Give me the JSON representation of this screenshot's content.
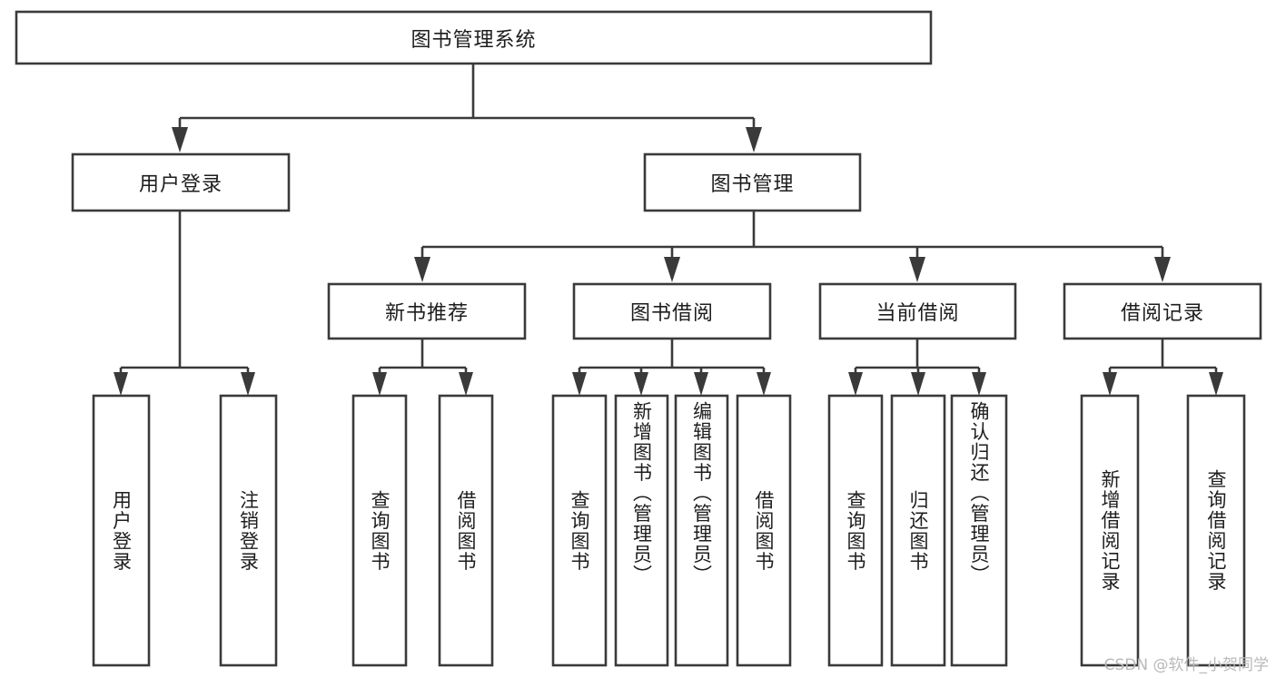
{
  "diagram": {
    "title": "图书管理系统",
    "type": "hierarchy-tree",
    "watermark": "CSDN @软件_小贺同学",
    "colors": {
      "stroke": "#3a3a3a",
      "fill": "#ffffff",
      "text": "#1d1d1d",
      "watermark": "#b9b9b9"
    },
    "root": {
      "label": "图书管理系统"
    },
    "level2": [
      {
        "label": "用户登录"
      },
      {
        "label": "图书管理"
      }
    ],
    "level3": [
      {
        "label": "新书推荐"
      },
      {
        "label": "图书借阅"
      },
      {
        "label": "当前借阅"
      },
      {
        "label": "借阅记录"
      }
    ],
    "leaves": {
      "user_login": [
        {
          "label": "用户登录"
        },
        {
          "label": "注销登录"
        }
      ],
      "new_book_recommend": [
        {
          "label": "查询图书"
        },
        {
          "label": "借阅图书"
        }
      ],
      "book_borrow": [
        {
          "label": "查询图书"
        },
        {
          "label": "新增图书（管理员）"
        },
        {
          "label": "编辑图书（管理员）"
        },
        {
          "label": "借阅图书"
        }
      ],
      "current_borrow": [
        {
          "label": "查询图书"
        },
        {
          "label": "归还图书"
        },
        {
          "label": "确认归还（管理员）"
        }
      ],
      "borrow_records": [
        {
          "label": "新增借阅记录"
        },
        {
          "label": "查询借阅记录"
        }
      ]
    }
  }
}
